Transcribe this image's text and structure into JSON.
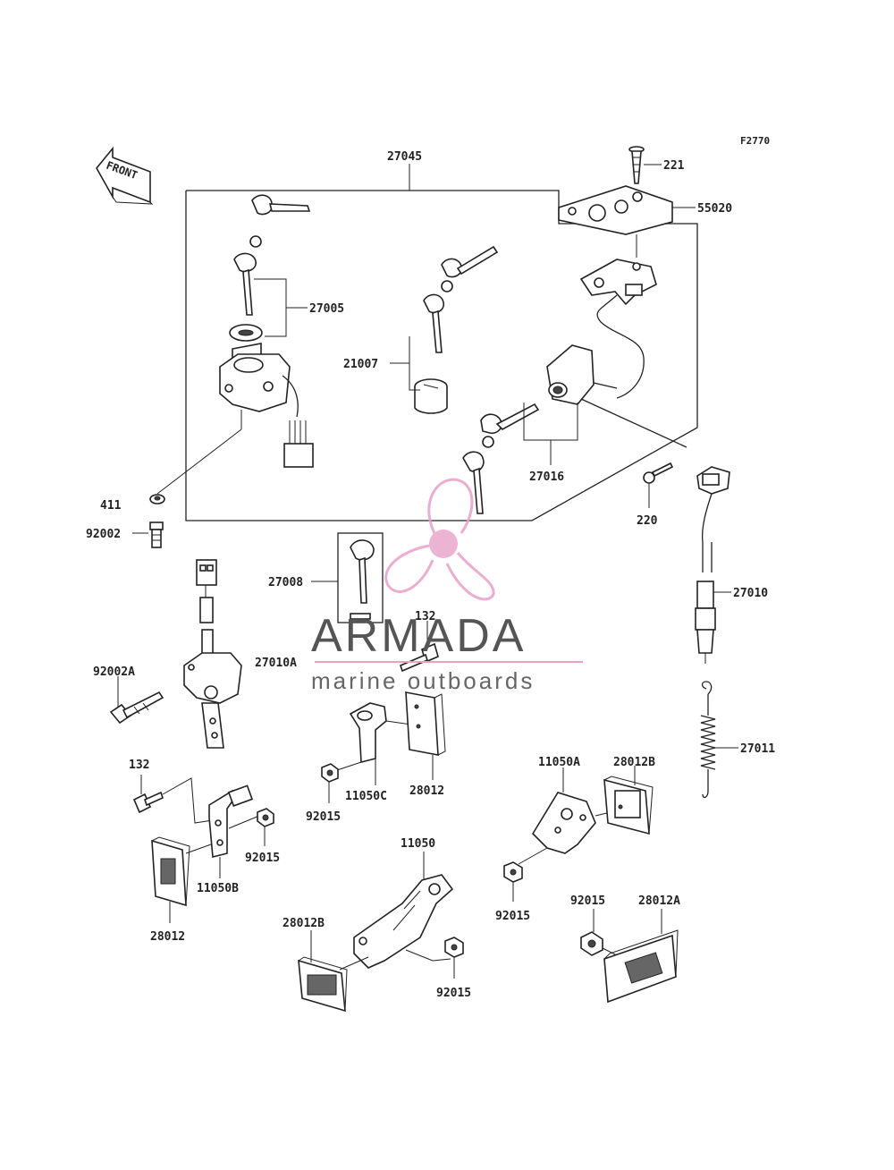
{
  "figure_code": "F2770",
  "front_label": "FRONT",
  "callouts": {
    "p27045": "27045",
    "p221": "221",
    "p55020": "55020",
    "p27005": "27005",
    "p21007": "21007",
    "p27016": "27016",
    "p411": "411",
    "p92002": "92002",
    "p220": "220",
    "p27008": "27008",
    "p27010": "27010",
    "p132a": "132",
    "p27010A": "27010A",
    "p92002A": "92002A",
    "p27011": "27011",
    "p132b": "132",
    "p11050C": "11050C",
    "p28012a": "28012",
    "p92015a": "92015",
    "p11050A": "11050A",
    "p28012B_a": "28012B",
    "p92015b": "92015",
    "p11050B": "11050B",
    "p28012b": "28012",
    "p11050": "11050",
    "p28012B_b": "28012B",
    "p92015c": "92015",
    "p92015d": "92015",
    "p92015e": "92015",
    "p28012A": "28012A"
  },
  "watermark": {
    "title": "ARMADA",
    "subtitle": "marine outboards",
    "logo_color": "#e8a0c8",
    "logo_center_color": "#e8a8cc"
  }
}
